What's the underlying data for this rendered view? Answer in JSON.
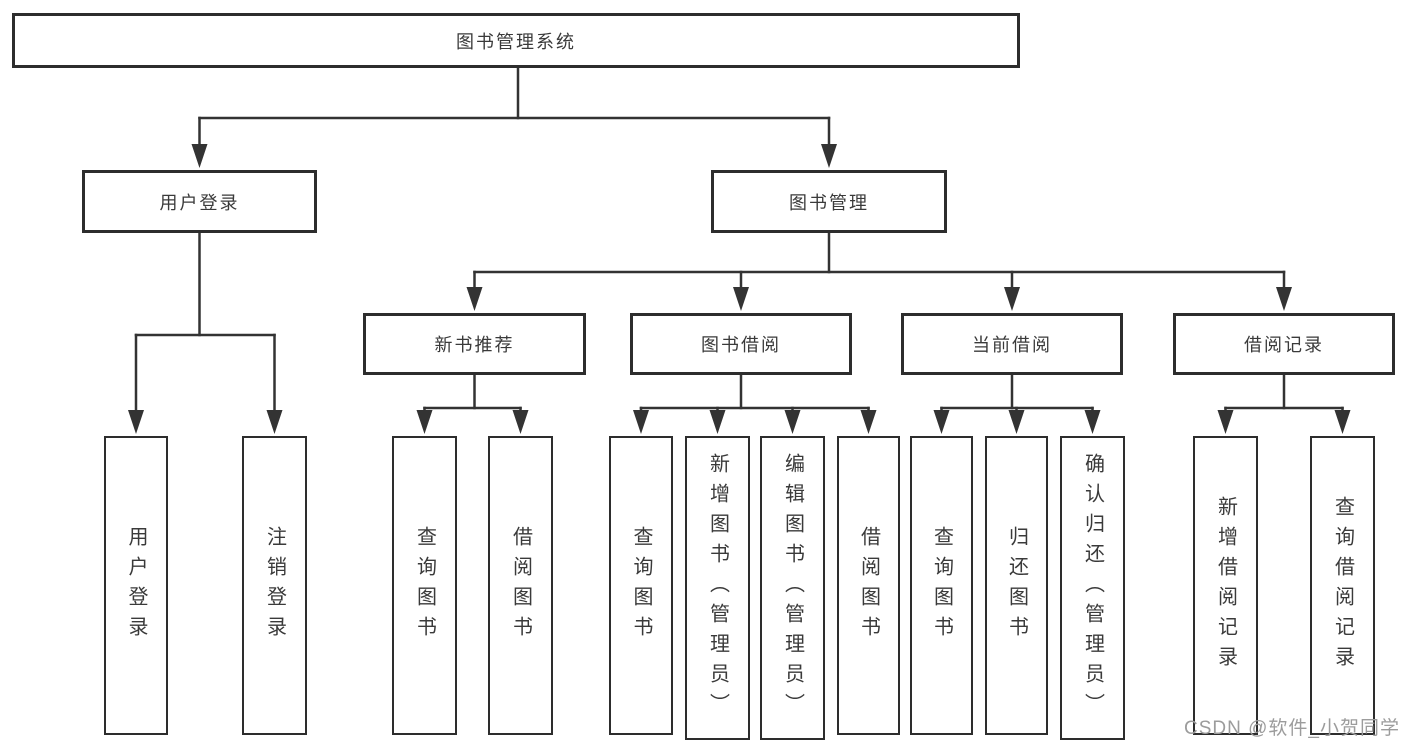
{
  "page": {
    "background": "#ffffff"
  },
  "tree": {
    "root": {
      "label": "图书管理系统",
      "children": [
        {
          "label": "用户登录",
          "children": [
            {
              "label": "用户登录"
            },
            {
              "label": "注销登录"
            }
          ]
        },
        {
          "label": "图书管理",
          "children": [
            {
              "label": "新书推荐",
              "children": [
                {
                  "label": "查询图书"
                },
                {
                  "label": "借阅图书"
                }
              ]
            },
            {
              "label": "图书借阅",
              "children": [
                {
                  "label": "查询图书"
                },
                {
                  "label": "新增图书（管理员）"
                },
                {
                  "label": "编辑图书（管理员）"
                },
                {
                  "label": "借阅图书"
                }
              ]
            },
            {
              "label": "当前借阅",
              "children": [
                {
                  "label": "查询图书"
                },
                {
                  "label": "归还图书"
                },
                {
                  "label": "确认归还（管理员）"
                }
              ]
            },
            {
              "label": "借阅记录",
              "children": [
                {
                  "label": "新增借阅记录"
                },
                {
                  "label": "查询借阅记录"
                }
              ]
            }
          ]
        }
      ]
    }
  },
  "watermark": {
    "text": "CSDN @软件_小贺同学",
    "color": "#9c9c9c"
  },
  "style_tokens": {
    "line_color": "#333333",
    "border_color": "#2d2d2d",
    "box_fill": "#ffffff",
    "text_color": "#3a3a3a"
  }
}
